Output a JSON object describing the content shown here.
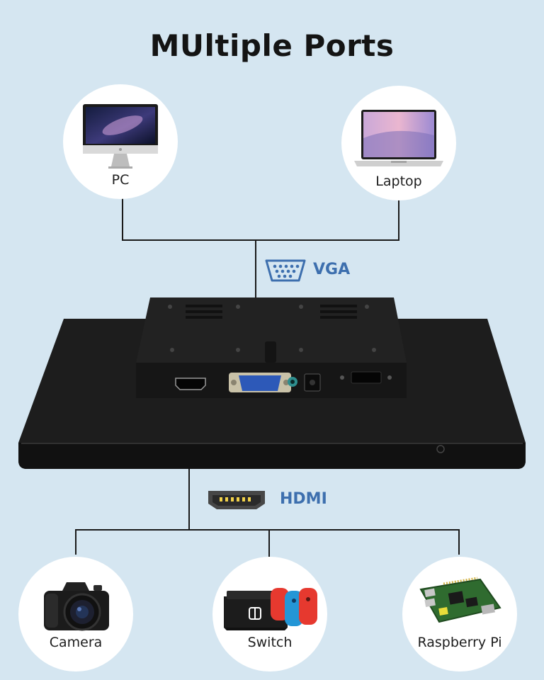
{
  "title": "MUltiple Ports",
  "devices": {
    "pc": {
      "label": "PC",
      "icon": "imac-icon"
    },
    "laptop": {
      "label": "Laptop",
      "icon": "laptop-icon"
    },
    "camera": {
      "label": "Camera",
      "icon": "camera-icon"
    },
    "switch": {
      "label": "Switch",
      "icon": "game-console-icon"
    },
    "raspberry_pi": {
      "label": "Raspberry Pi",
      "icon": "circuit-board-icon"
    }
  },
  "ports": {
    "vga": {
      "label": "VGA",
      "icon": "vga-port-icon"
    },
    "hdmi": {
      "label": "HDMI",
      "icon": "hdmi-port-icon"
    }
  },
  "colors": {
    "background": "#d5e6f1",
    "port_accent": "#3d6fae",
    "wire": "#1a1a1a"
  }
}
